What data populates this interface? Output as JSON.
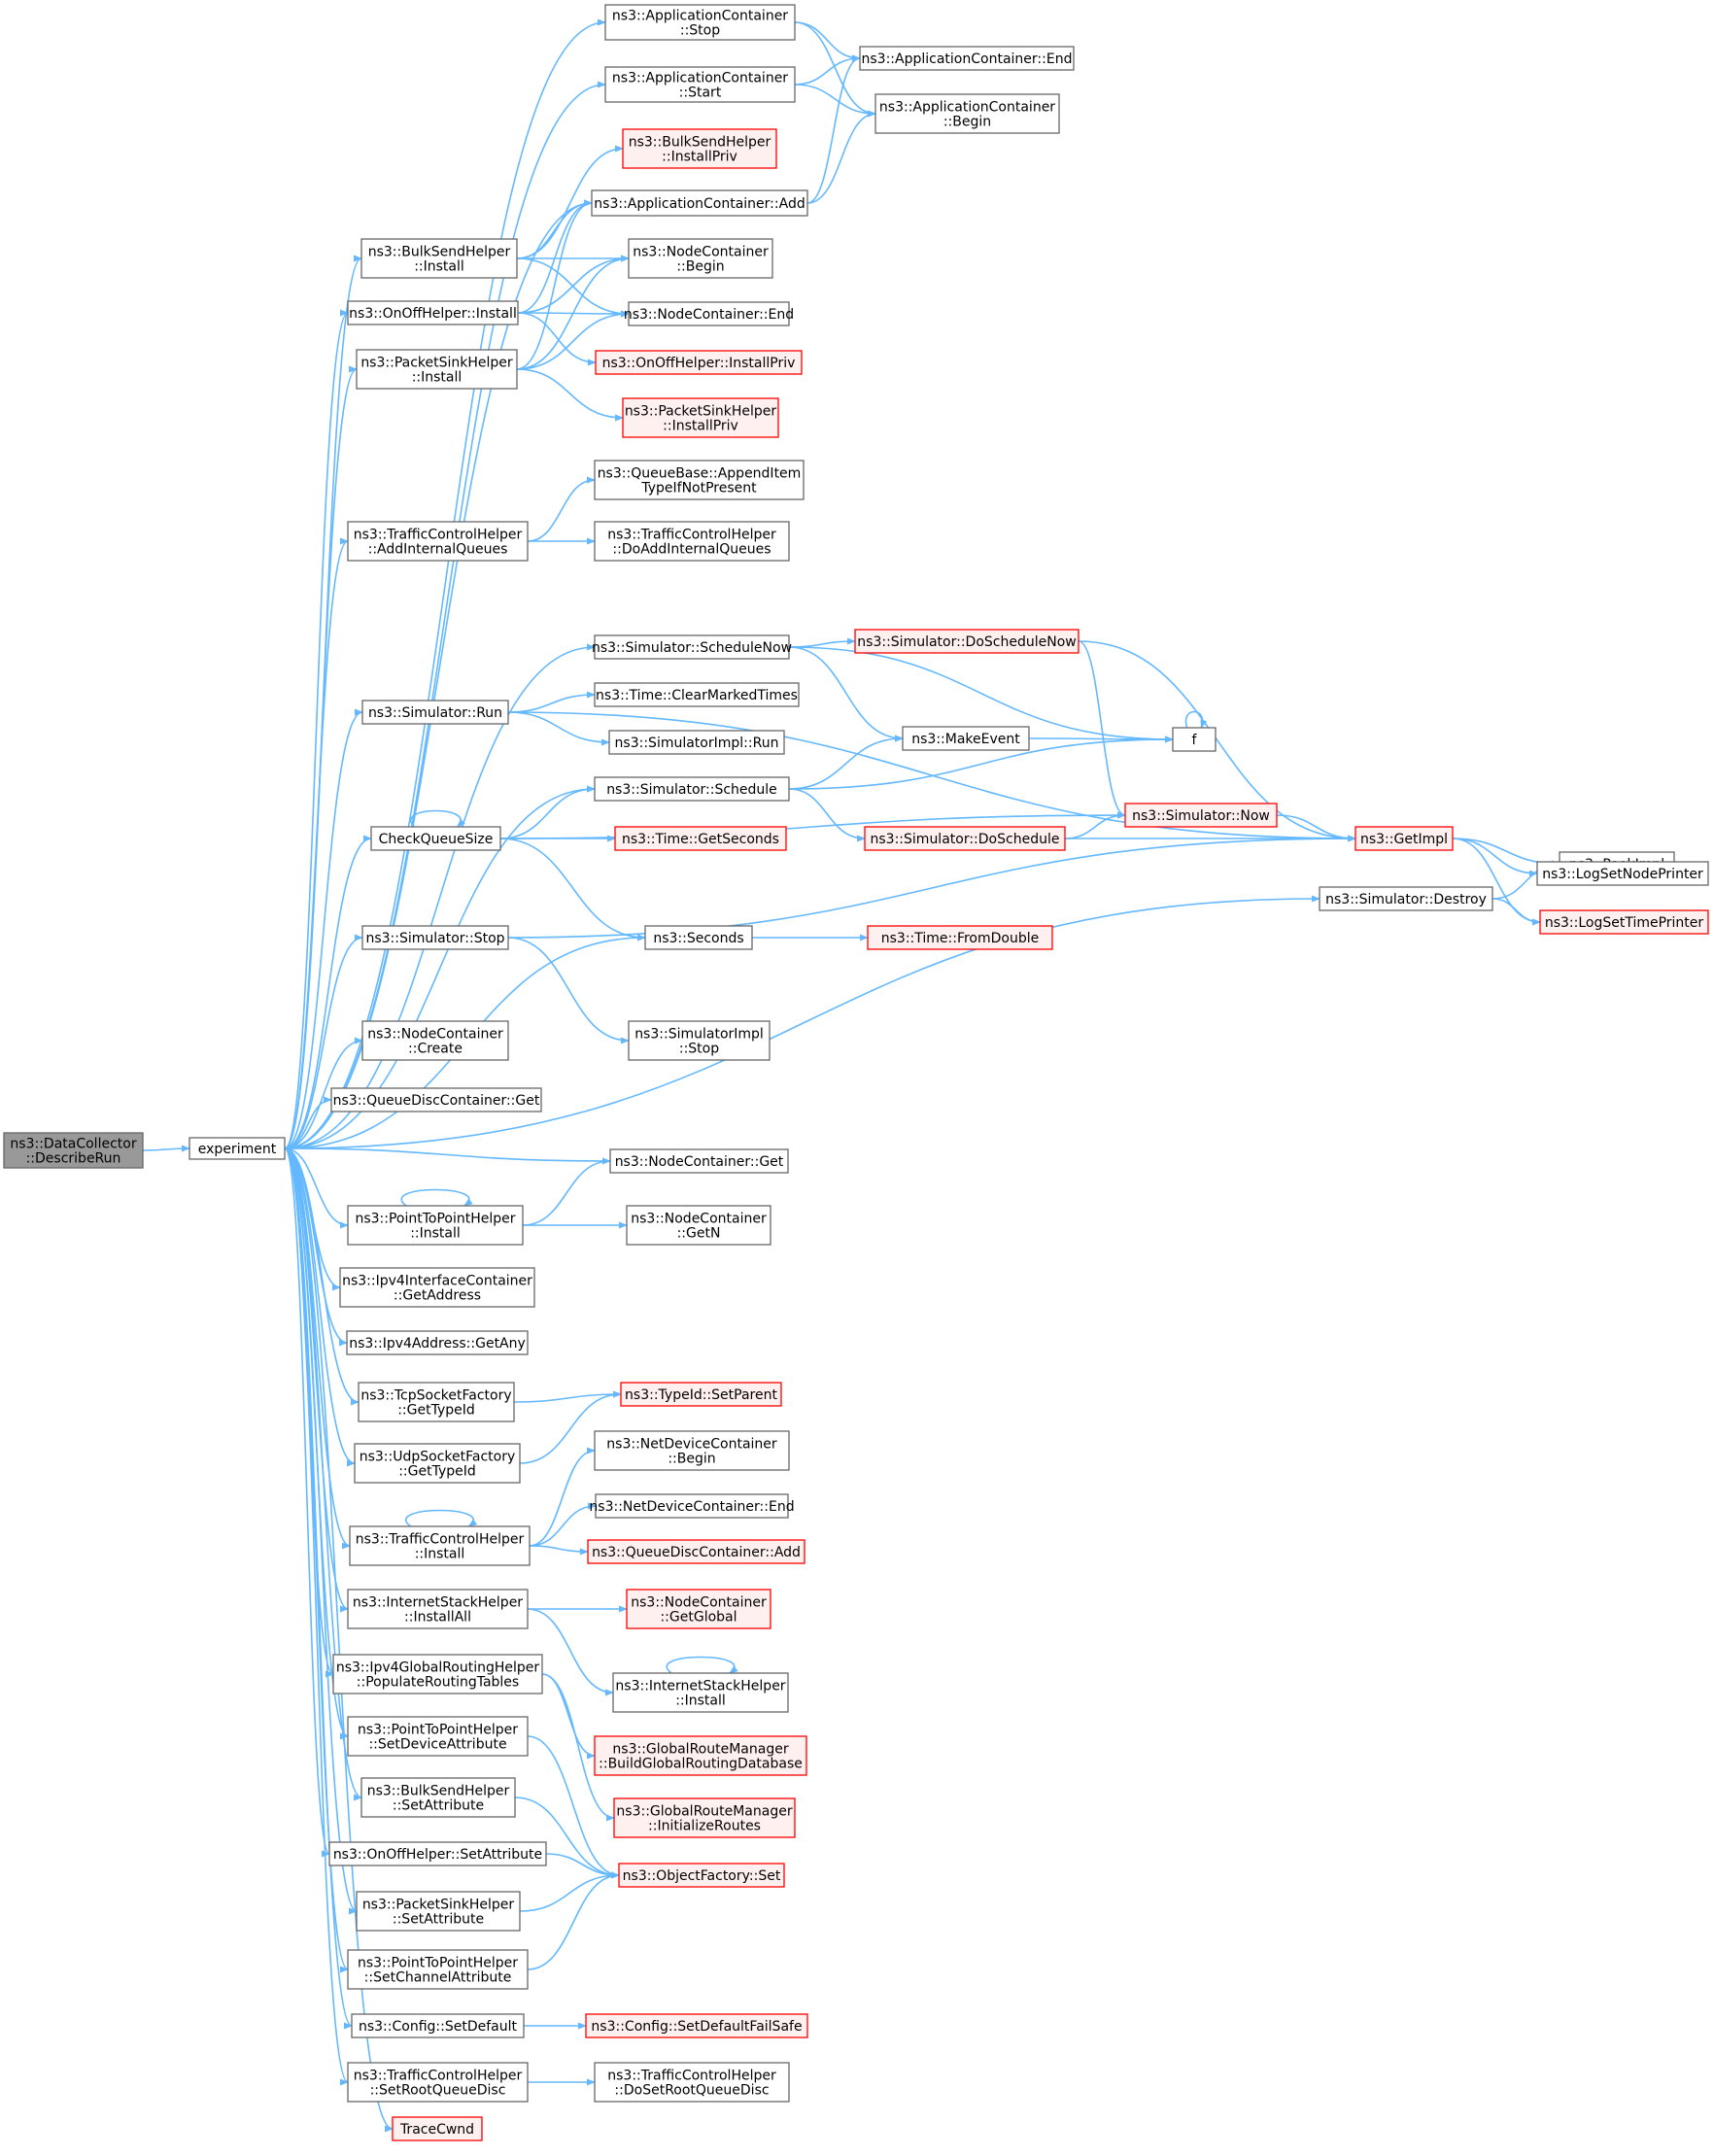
{
  "nodes": [
    {
      "id": "root",
      "lines": [
        "ns3::DataCollector",
        "::DescribeRun"
      ],
      "style": "root"
    },
    {
      "id": "experiment",
      "lines": [
        "experiment"
      ],
      "style": "normal"
    },
    {
      "id": "app_stop",
      "lines": [
        "ns3::ApplicationContainer",
        "::Stop"
      ],
      "style": "normal"
    },
    {
      "id": "app_start",
      "lines": [
        "ns3::ApplicationContainer",
        "::Start"
      ],
      "style": "normal"
    },
    {
      "id": "app_end",
      "lines": [
        "ns3::ApplicationContainer::End"
      ],
      "style": "normal"
    },
    {
      "id": "app_begin",
      "lines": [
        "ns3::ApplicationContainer",
        "::Begin"
      ],
      "style": "normal"
    },
    {
      "id": "bulk_installpriv",
      "lines": [
        "ns3::BulkSendHelper",
        "::InstallPriv"
      ],
      "style": "red"
    },
    {
      "id": "app_add",
      "lines": [
        "ns3::ApplicationContainer::Add"
      ],
      "style": "normal"
    },
    {
      "id": "bulk_install",
      "lines": [
        "ns3::BulkSendHelper",
        "::Install"
      ],
      "style": "normal"
    },
    {
      "id": "nc_begin",
      "lines": [
        "ns3::NodeContainer",
        "::Begin"
      ],
      "style": "normal"
    },
    {
      "id": "onoff_install",
      "lines": [
        "ns3::OnOffHelper::Install"
      ],
      "style": "normal"
    },
    {
      "id": "nc_end",
      "lines": [
        "ns3::NodeContainer::End"
      ],
      "style": "normal"
    },
    {
      "id": "onoff_installpriv",
      "lines": [
        "ns3::OnOffHelper::InstallPriv"
      ],
      "style": "red"
    },
    {
      "id": "psh_install",
      "lines": [
        "ns3::PacketSinkHelper",
        "::Install"
      ],
      "style": "normal"
    },
    {
      "id": "psh_installpriv",
      "lines": [
        "ns3::PacketSinkHelper",
        "::InstallPriv"
      ],
      "style": "red"
    },
    {
      "id": "qb_append",
      "lines": [
        "ns3::QueueBase::AppendItem",
        "TypeIfNotPresent"
      ],
      "style": "normal"
    },
    {
      "id": "tch_addinternal",
      "lines": [
        "ns3::TrafficControlHelper",
        "::AddInternalQueues"
      ],
      "style": "normal"
    },
    {
      "id": "tch_doaddinternal",
      "lines": [
        "ns3::TrafficControlHelper",
        "::DoAddInternalQueues"
      ],
      "style": "normal"
    },
    {
      "id": "sim_schedulenow",
      "lines": [
        "ns3::Simulator::ScheduleNow"
      ],
      "style": "normal"
    },
    {
      "id": "sim_doschedulenow",
      "lines": [
        "ns3::Simulator::DoScheduleNow"
      ],
      "style": "red"
    },
    {
      "id": "time_clearmarked",
      "lines": [
        "ns3::Time::ClearMarkedTimes"
      ],
      "style": "normal"
    },
    {
      "id": "sim_run",
      "lines": [
        "ns3::Simulator::Run"
      ],
      "style": "normal"
    },
    {
      "id": "simimpl_run",
      "lines": [
        "ns3::SimulatorImpl::Run"
      ],
      "style": "normal"
    },
    {
      "id": "makeevent",
      "lines": [
        "ns3::MakeEvent"
      ],
      "style": "normal"
    },
    {
      "id": "f",
      "lines": [
        "f"
      ],
      "style": "normal"
    },
    {
      "id": "sim_schedule",
      "lines": [
        "ns3::Simulator::Schedule"
      ],
      "style": "normal"
    },
    {
      "id": "checkqueuesize",
      "lines": [
        "CheckQueueSize"
      ],
      "style": "normal"
    },
    {
      "id": "time_getseconds",
      "lines": [
        "ns3::Time::GetSeconds"
      ],
      "style": "red"
    },
    {
      "id": "sim_doschedule",
      "lines": [
        "ns3::Simulator::DoSchedule"
      ],
      "style": "red"
    },
    {
      "id": "sim_now",
      "lines": [
        "ns3::Simulator::Now"
      ],
      "style": "red"
    },
    {
      "id": "getimpl",
      "lines": [
        "ns3::GetImpl"
      ],
      "style": "red"
    },
    {
      "id": "peekimpl",
      "lines": [
        "ns3::PeekImpl"
      ],
      "style": "normal"
    },
    {
      "id": "logsetnodeprinter",
      "lines": [
        "ns3::LogSetNodePrinter"
      ],
      "style": "normal"
    },
    {
      "id": "sim_destroy",
      "lines": [
        "ns3::Simulator::Destroy"
      ],
      "style": "normal"
    },
    {
      "id": "logsettimeprinter",
      "lines": [
        "ns3::LogSetTimePrinter"
      ],
      "style": "red"
    },
    {
      "id": "sim_stop",
      "lines": [
        "ns3::Simulator::Stop"
      ],
      "style": "normal"
    },
    {
      "id": "seconds",
      "lines": [
        "ns3::Seconds"
      ],
      "style": "normal"
    },
    {
      "id": "time_fromdouble",
      "lines": [
        "ns3::Time::FromDouble"
      ],
      "style": "red"
    },
    {
      "id": "simimpl_stop",
      "lines": [
        "ns3::SimulatorImpl",
        "::Stop"
      ],
      "style": "normal"
    },
    {
      "id": "nc_create",
      "lines": [
        "ns3::NodeContainer",
        "::Create"
      ],
      "style": "normal"
    },
    {
      "id": "qdc_get",
      "lines": [
        "ns3::QueueDiscContainer::Get"
      ],
      "style": "normal"
    },
    {
      "id": "nc_get",
      "lines": [
        "ns3::NodeContainer::Get"
      ],
      "style": "normal"
    },
    {
      "id": "p2p_install",
      "lines": [
        "ns3::PointToPointHelper",
        "::Install"
      ],
      "style": "normal"
    },
    {
      "id": "nc_getn",
      "lines": [
        "ns3::NodeContainer",
        "::GetN"
      ],
      "style": "normal"
    },
    {
      "id": "ipv4ic_getaddress",
      "lines": [
        "ns3::Ipv4InterfaceContainer",
        "::GetAddress"
      ],
      "style": "normal"
    },
    {
      "id": "ipv4addr_getany",
      "lines": [
        "ns3::Ipv4Address::GetAny"
      ],
      "style": "normal"
    },
    {
      "id": "tcpsf_gettypeid",
      "lines": [
        "ns3::TcpSocketFactory",
        "::GetTypeId"
      ],
      "style": "normal"
    },
    {
      "id": "typeid_setparent",
      "lines": [
        "ns3::TypeId::SetParent"
      ],
      "style": "red"
    },
    {
      "id": "udpsf_gettypeid",
      "lines": [
        "ns3::UdpSocketFactory",
        "::GetTypeId"
      ],
      "style": "normal"
    },
    {
      "id": "ndc_begin",
      "lines": [
        "ns3::NetDeviceContainer",
        "::Begin"
      ],
      "style": "normal"
    },
    {
      "id": "ndc_end",
      "lines": [
        "ns3::NetDeviceContainer::End"
      ],
      "style": "normal"
    },
    {
      "id": "tch_install",
      "lines": [
        "ns3::TrafficControlHelper",
        "::Install"
      ],
      "style": "normal"
    },
    {
      "id": "qdc_add",
      "lines": [
        "ns3::QueueDiscContainer::Add"
      ],
      "style": "red"
    },
    {
      "id": "ish_installall",
      "lines": [
        "ns3::InternetStackHelper",
        "::InstallAll"
      ],
      "style": "normal"
    },
    {
      "id": "nc_getglobal",
      "lines": [
        "ns3::NodeContainer",
        "::GetGlobal"
      ],
      "style": "red"
    },
    {
      "id": "ish_install",
      "lines": [
        "ns3::InternetStackHelper",
        "::Install"
      ],
      "style": "normal"
    },
    {
      "id": "ipv4grh_populate",
      "lines": [
        "ns3::Ipv4GlobalRoutingHelper",
        "::PopulateRoutingTables"
      ],
      "style": "normal"
    },
    {
      "id": "grm_build",
      "lines": [
        "ns3::GlobalRouteManager",
        "::BuildGlobalRoutingDatabase"
      ],
      "style": "red"
    },
    {
      "id": "p2p_setdeviceattr",
      "lines": [
        "ns3::PointToPointHelper",
        "::SetDeviceAttribute"
      ],
      "style": "normal"
    },
    {
      "id": "grm_init",
      "lines": [
        "ns3::GlobalRouteManager",
        "::InitializeRoutes"
      ],
      "style": "red"
    },
    {
      "id": "bulk_setattr",
      "lines": [
        "ns3::BulkSendHelper",
        "::SetAttribute"
      ],
      "style": "normal"
    },
    {
      "id": "onoff_setattr",
      "lines": [
        "ns3::OnOffHelper::SetAttribute"
      ],
      "style": "normal"
    },
    {
      "id": "of_set",
      "lines": [
        "ns3::ObjectFactory::Set"
      ],
      "style": "red"
    },
    {
      "id": "psh_setattr",
      "lines": [
        "ns3::PacketSinkHelper",
        "::SetAttribute"
      ],
      "style": "normal"
    },
    {
      "id": "p2p_setchannelattr",
      "lines": [
        "ns3::PointToPointHelper",
        "::SetChannelAttribute"
      ],
      "style": "normal"
    },
    {
      "id": "config_setdefault",
      "lines": [
        "ns3::Config::SetDefault"
      ],
      "style": "normal"
    },
    {
      "id": "config_setdefaultfailsafe",
      "lines": [
        "ns3::Config::SetDefaultFailSafe"
      ],
      "style": "red"
    },
    {
      "id": "tch_setroot",
      "lines": [
        "ns3::TrafficControlHelper",
        "::SetRootQueueDisc"
      ],
      "style": "normal"
    },
    {
      "id": "tch_dosetroot",
      "lines": [
        "ns3::TrafficControlHelper",
        "::DoSetRootQueueDisc"
      ],
      "style": "normal"
    },
    {
      "id": "tracecwnd",
      "lines": [
        "TraceCwnd"
      ],
      "style": "red"
    }
  ],
  "edges": [
    [
      "root",
      "experiment"
    ],
    [
      "experiment",
      "app_stop"
    ],
    [
      "experiment",
      "app_start"
    ],
    [
      "experiment",
      "app_add"
    ],
    [
      "experiment",
      "bulk_install"
    ],
    [
      "experiment",
      "onoff_install"
    ],
    [
      "experiment",
      "psh_install"
    ],
    [
      "experiment",
      "tch_addinternal"
    ],
    [
      "experiment",
      "sim_schedulenow"
    ],
    [
      "experiment",
      "sim_run"
    ],
    [
      "experiment",
      "sim_schedule"
    ],
    [
      "experiment",
      "checkqueuesize"
    ],
    [
      "experiment",
      "seconds"
    ],
    [
      "experiment",
      "sim_stop"
    ],
    [
      "experiment",
      "sim_destroy"
    ],
    [
      "experiment",
      "nc_create"
    ],
    [
      "experiment",
      "qdc_get"
    ],
    [
      "experiment",
      "nc_get"
    ],
    [
      "experiment",
      "p2p_install"
    ],
    [
      "experiment",
      "ipv4ic_getaddress"
    ],
    [
      "experiment",
      "ipv4addr_getany"
    ],
    [
      "experiment",
      "tcpsf_gettypeid"
    ],
    [
      "experiment",
      "udpsf_gettypeid"
    ],
    [
      "experiment",
      "tch_install"
    ],
    [
      "experiment",
      "ish_installall"
    ],
    [
      "experiment",
      "ipv4grh_populate"
    ],
    [
      "experiment",
      "p2p_setdeviceattr"
    ],
    [
      "experiment",
      "bulk_setattr"
    ],
    [
      "experiment",
      "onoff_setattr"
    ],
    [
      "experiment",
      "psh_setattr"
    ],
    [
      "experiment",
      "p2p_setchannelattr"
    ],
    [
      "experiment",
      "config_setdefault"
    ],
    [
      "experiment",
      "tch_setroot"
    ],
    [
      "experiment",
      "tracecwnd"
    ],
    [
      "app_stop",
      "app_end"
    ],
    [
      "app_stop",
      "app_begin"
    ],
    [
      "app_start",
      "app_end"
    ],
    [
      "app_start",
      "app_begin"
    ],
    [
      "app_add",
      "app_end"
    ],
    [
      "app_add",
      "app_begin"
    ],
    [
      "bulk_install",
      "bulk_installpriv"
    ],
    [
      "bulk_install",
      "app_add"
    ],
    [
      "bulk_install",
      "nc_begin"
    ],
    [
      "bulk_install",
      "nc_end"
    ],
    [
      "onoff_install",
      "app_add"
    ],
    [
      "onoff_install",
      "nc_begin"
    ],
    [
      "onoff_install",
      "nc_end"
    ],
    [
      "onoff_install",
      "onoff_installpriv"
    ],
    [
      "psh_install",
      "app_add"
    ],
    [
      "psh_install",
      "nc_begin"
    ],
    [
      "psh_install",
      "nc_end"
    ],
    [
      "psh_install",
      "psh_installpriv"
    ],
    [
      "tch_addinternal",
      "qb_append"
    ],
    [
      "tch_addinternal",
      "tch_doaddinternal"
    ],
    [
      "sim_schedulenow",
      "sim_doschedulenow"
    ],
    [
      "sim_schedulenow",
      "makeevent"
    ],
    [
      "sim_schedulenow",
      "f"
    ],
    [
      "sim_doschedulenow",
      "getimpl"
    ],
    [
      "sim_doschedulenow",
      "sim_now"
    ],
    [
      "sim_run",
      "getimpl"
    ],
    [
      "sim_run",
      "time_clearmarked"
    ],
    [
      "sim_run",
      "simimpl_run"
    ],
    [
      "makeevent",
      "f"
    ],
    [
      "f",
      "f"
    ],
    [
      "sim_schedule",
      "makeevent"
    ],
    [
      "sim_schedule",
      "f"
    ],
    [
      "sim_schedule",
      "sim_doschedule"
    ],
    [
      "checkqueuesize",
      "checkqueuesize"
    ],
    [
      "checkqueuesize",
      "sim_schedule"
    ],
    [
      "checkqueuesize",
      "time_getseconds"
    ],
    [
      "checkqueuesize",
      "sim_now"
    ],
    [
      "checkqueuesize",
      "seconds"
    ],
    [
      "sim_doschedule",
      "sim_now"
    ],
    [
      "sim_doschedule",
      "getimpl"
    ],
    [
      "sim_now",
      "getimpl"
    ],
    [
      "getimpl",
      "peekimpl"
    ],
    [
      "getimpl",
      "logsetnodeprinter"
    ],
    [
      "getimpl",
      "logsettimeprinter"
    ],
    [
      "sim_destroy",
      "peekimpl"
    ],
    [
      "sim_destroy",
      "logsettimeprinter"
    ],
    [
      "sim_stop",
      "getimpl"
    ],
    [
      "sim_stop",
      "simimpl_stop"
    ],
    [
      "seconds",
      "time_fromdouble"
    ],
    [
      "p2p_install",
      "p2p_install"
    ],
    [
      "p2p_install",
      "nc_get"
    ],
    [
      "p2p_install",
      "nc_getn"
    ],
    [
      "tcpsf_gettypeid",
      "typeid_setparent"
    ],
    [
      "udpsf_gettypeid",
      "typeid_setparent"
    ],
    [
      "tch_install",
      "tch_install"
    ],
    [
      "tch_install",
      "ndc_begin"
    ],
    [
      "tch_install",
      "ndc_end"
    ],
    [
      "tch_install",
      "qdc_add"
    ],
    [
      "ish_installall",
      "nc_getglobal"
    ],
    [
      "ish_installall",
      "ish_install"
    ],
    [
      "ish_install",
      "ish_install"
    ],
    [
      "ipv4grh_populate",
      "grm_build"
    ],
    [
      "ipv4grh_populate",
      "grm_init"
    ],
    [
      "p2p_setdeviceattr",
      "of_set"
    ],
    [
      "bulk_setattr",
      "of_set"
    ],
    [
      "onoff_setattr",
      "of_set"
    ],
    [
      "psh_setattr",
      "of_set"
    ],
    [
      "p2p_setchannelattr",
      "of_set"
    ],
    [
      "config_setdefault",
      "config_setdefaultfailsafe"
    ],
    [
      "tch_setroot",
      "tch_dosetroot"
    ]
  ],
  "colors": {
    "edge": "#63b8ff",
    "node_border": "#666666",
    "node_fill": "#ffffff",
    "root_fill": "#999999",
    "red_border": "#ff0000",
    "red_fill": "#fff0f0",
    "text": "#000000"
  }
}
